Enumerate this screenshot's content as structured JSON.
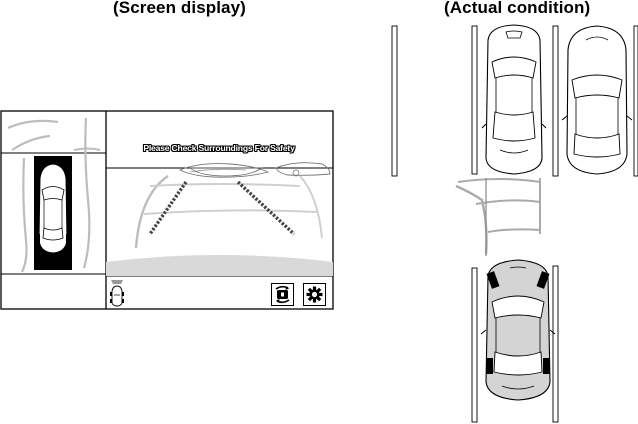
{
  "titles": {
    "screen": "(Screen display)",
    "actual": "(Actual condition)"
  },
  "screen": {
    "warning_text": "Please Check Surroundings For Safety"
  },
  "buttons": {
    "view_switch_icon": "camera-switch-icon",
    "settings_icon": "gear-icon"
  }
}
